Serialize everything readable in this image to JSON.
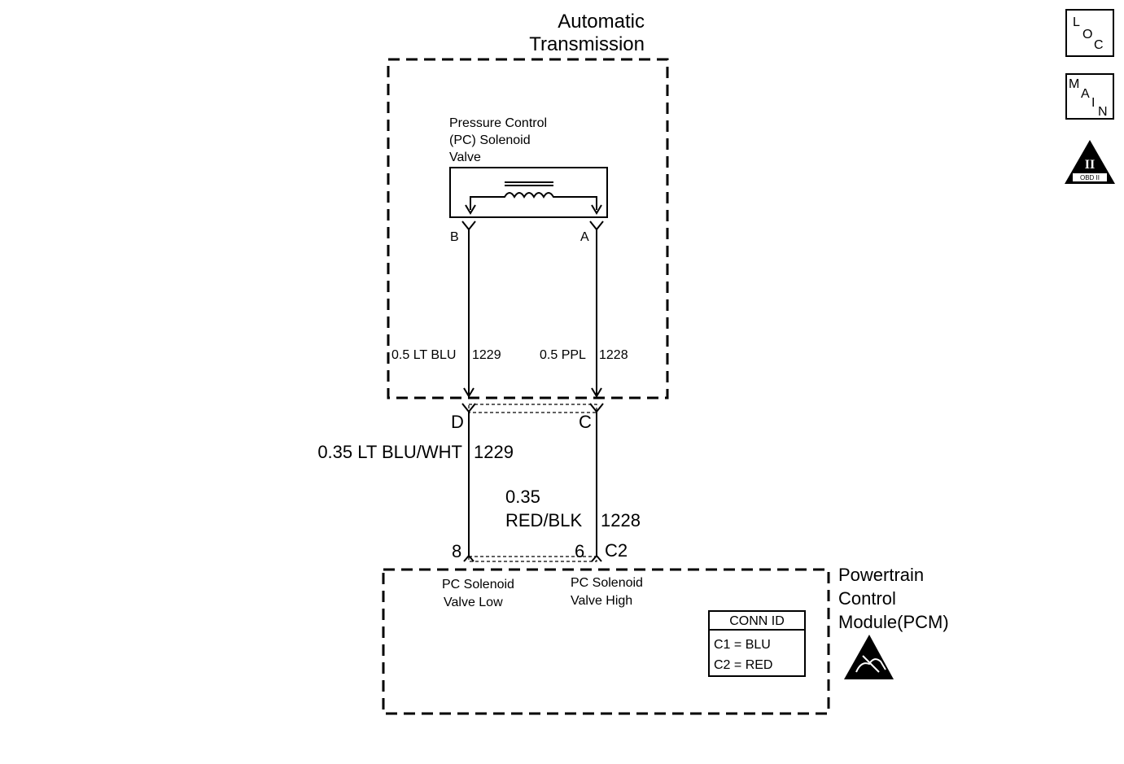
{
  "transmission": {
    "title_line1": "Automatic",
    "title_line2": "Transmission"
  },
  "solenoid": {
    "label_line1": "Pressure Control",
    "label_line2": "(PC) Solenoid",
    "label_line3": "Valve",
    "pin_b": "B",
    "pin_a": "A"
  },
  "wires": {
    "left_inner": "0.5 LT BLU",
    "left_inner_circuit": "1229",
    "right_inner": "0.5 PPL",
    "right_inner_circuit": "1228",
    "left_outer": "0.35 LT BLU/WHT",
    "left_outer_circuit": "1229",
    "right_outer_line1": "0.35",
    "right_outer_line2": "RED/BLK",
    "right_outer_circuit": "1228"
  },
  "connector_top": {
    "pin_d": "D",
    "pin_c": "C"
  },
  "pcm": {
    "pin_8": "8",
    "pin_6": "6",
    "connector": "C2",
    "low_line1": "PC Solenoid",
    "low_line2": "Valve Low",
    "high_line1": "PC Solenoid",
    "high_line2": "Valve High",
    "title_line1": "Powertrain",
    "title_line2": "Control",
    "title_line3": "Module(PCM)",
    "conn_id_header": "CONN ID",
    "conn_id_c1": "C1 = BLU",
    "conn_id_c2": "C2 = RED"
  },
  "side_icons": {
    "loc": [
      "L",
      "O",
      "C"
    ],
    "main": [
      "M",
      "A",
      "I",
      "N"
    ],
    "obd_roman": "II",
    "obd_label": "OBD II"
  }
}
